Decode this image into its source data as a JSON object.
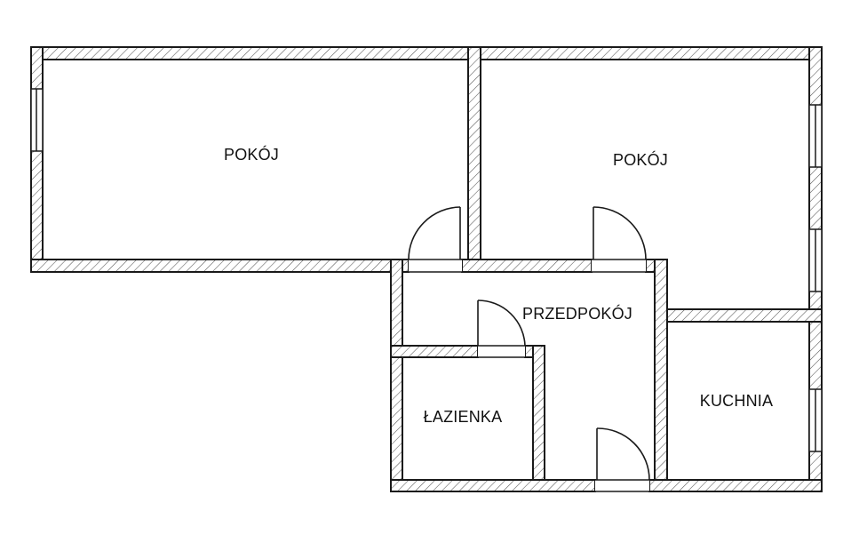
{
  "floorplan": {
    "rooms": {
      "room1": {
        "label": "POKÓJ"
      },
      "room2": {
        "label": "POKÓJ"
      },
      "hall": {
        "label": "PRZEDPOKÓJ"
      },
      "bathroom": {
        "label": "ŁAZIENKA"
      },
      "kitchen": {
        "label": "KUCHNIA"
      }
    },
    "colors": {
      "wall_line": "#1a1a1a",
      "hatch": "#555555",
      "background": "#ffffff"
    }
  }
}
